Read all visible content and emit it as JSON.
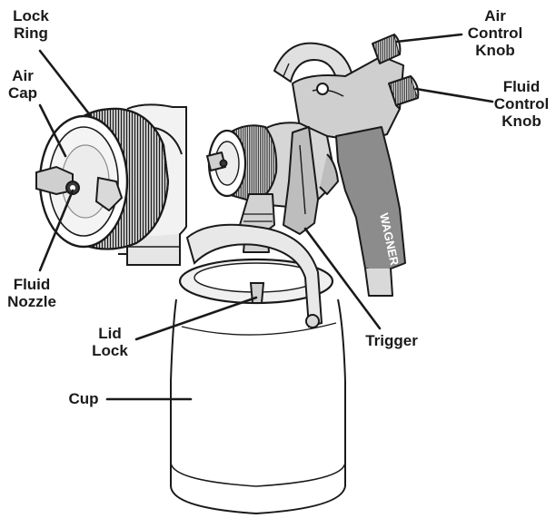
{
  "labels": {
    "lock_ring": [
      "Lock",
      "Ring"
    ],
    "air_cap": [
      "Air",
      "Cap"
    ],
    "fluid_nozzle": [
      "Fluid",
      "Nozzle"
    ],
    "lid_lock": [
      "Lid",
      "Lock"
    ],
    "cup": [
      "Cup"
    ],
    "trigger": [
      "Trigger"
    ],
    "air_control_knob": [
      "Air",
      "Control",
      "Knob"
    ],
    "fluid_control_knob": [
      "Fluid",
      "Control",
      "Knob"
    ]
  },
  "handle_brand": "WAGNER",
  "colors": {
    "ink": "#1a1a1a",
    "gray": "#8c8c8c",
    "light": "#d9d9d9",
    "mid": "#a8a8a8",
    "dark": "#3a3a3a"
  }
}
